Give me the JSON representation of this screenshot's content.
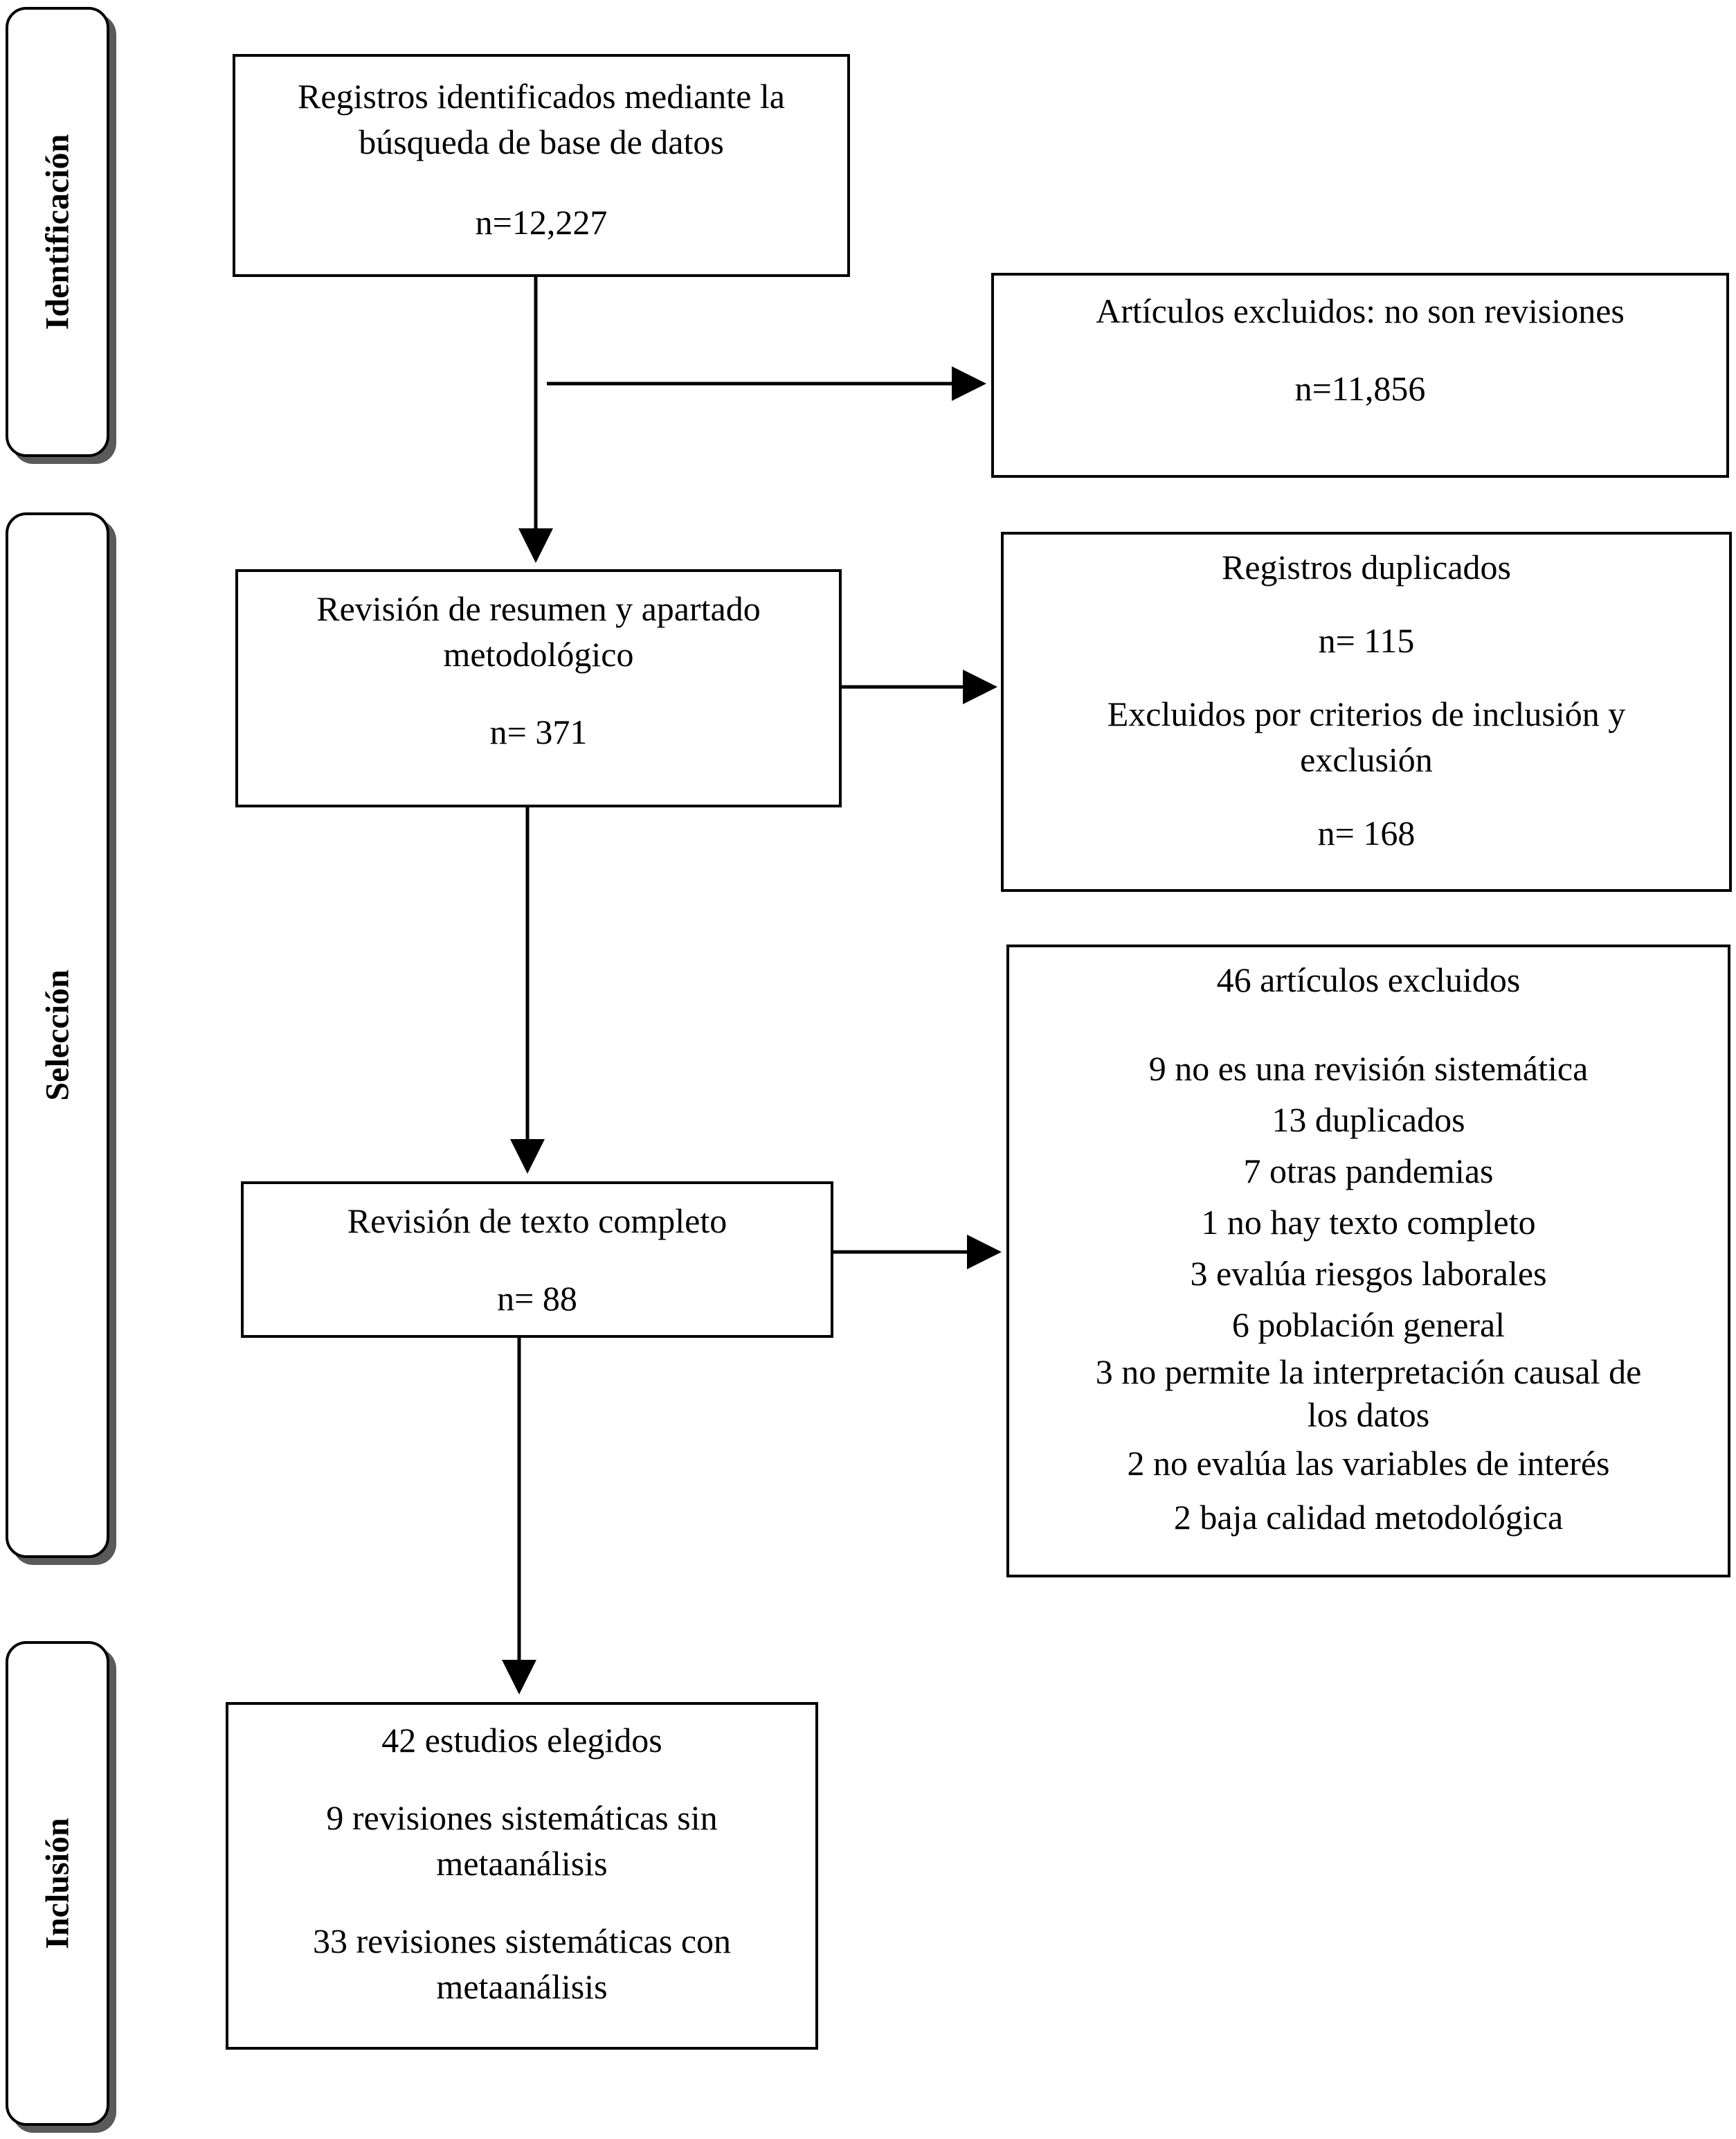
{
  "phases": {
    "identification": "Identificación",
    "selection": "Selección",
    "inclusion": "Inclusión"
  },
  "boxes": {
    "records_identified": {
      "lines": [
        "Registros identificados mediante la",
        "búsqueda de base de datos"
      ],
      "n": "n=12,227"
    },
    "excluded_not_reviews": {
      "line": "Artículos excluidos: no son revisiones",
      "n": "n=11,856"
    },
    "abstract_review": {
      "lines": [
        "Revisión de resumen y apartado",
        "metodológico"
      ],
      "n": "n= 371"
    },
    "duplicates_excluded": {
      "dup_label": "Registros duplicados",
      "dup_n": "n= 115",
      "crit_lines": [
        "Excluidos por criterios de inclusión y",
        "exclusión"
      ],
      "crit_n": "n= 168"
    },
    "full_text_review": {
      "line": "Revisión de texto completo",
      "n": "n= 88"
    },
    "articles_excluded": {
      "title": "46 artículos excluidos",
      "reasons": [
        "9 no es una revisión sistemática",
        "13 duplicados",
        "7 otras pandemias",
        "1 no hay texto completo",
        "3 evalúa riesgos laborales",
        "6 población general",
        "3 no permite la interpretación causal de",
        "los datos",
        "2 no evalúa las variables de interés",
        "2 baja calidad metodológica"
      ]
    },
    "included_studies": {
      "title": "42 estudios elegidos",
      "without_meta": [
        "9 revisiones sistemáticas sin",
        "metaanálisis"
      ],
      "with_meta": [
        "33 revisiones sistemáticas con",
        "metaanálisis"
      ]
    }
  }
}
